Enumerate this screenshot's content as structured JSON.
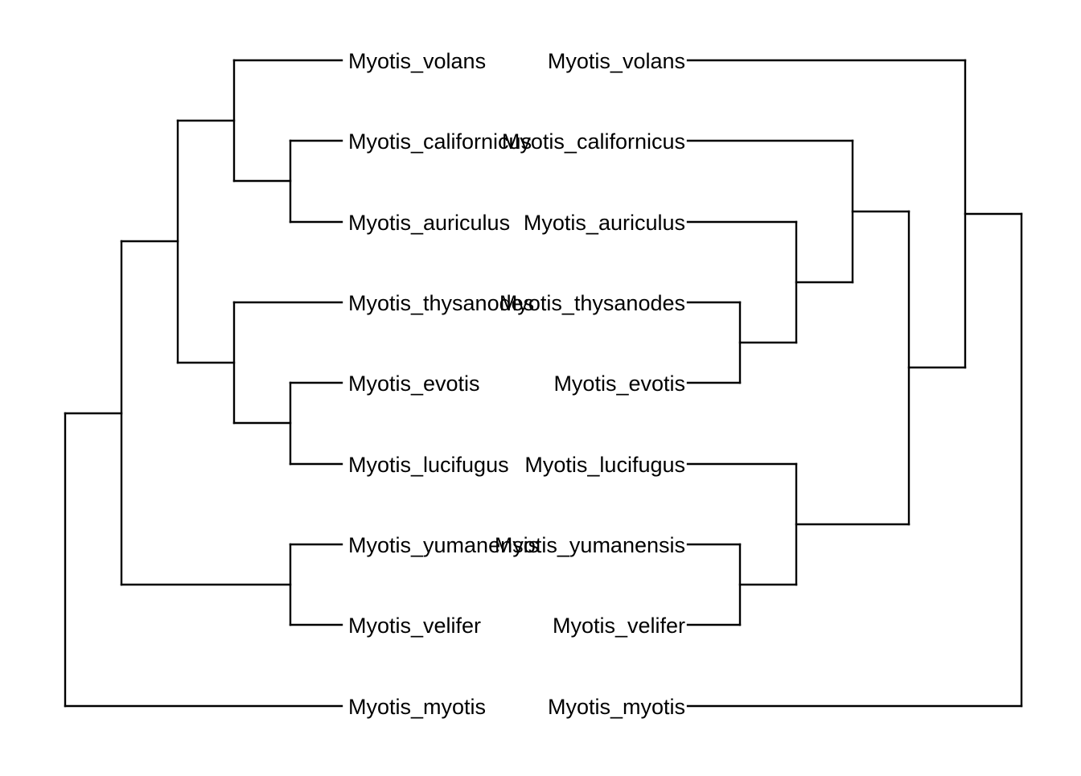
{
  "diagram": {
    "type": "tanglegram",
    "line_color": "#000000",
    "left_tree": {
      "tip_labels": [
        "Myotis_volans",
        "Myotis_californicus",
        "Myotis_auriculus",
        "Myotis_thysanodes",
        "Myotis_evotis",
        "Myotis_lucifugus",
        "Myotis_yumanensis",
        "Myotis_velifer",
        "Myotis_myotis"
      ]
    },
    "right_tree": {
      "tip_labels": [
        "Myotis_volans",
        "Myotis_californicus",
        "Myotis_auriculus",
        "Myotis_thysanodes",
        "Myotis_evotis",
        "Myotis_lucifugus",
        "Myotis_yumanensis",
        "Myotis_velifer",
        "Myotis_myotis"
      ]
    }
  }
}
